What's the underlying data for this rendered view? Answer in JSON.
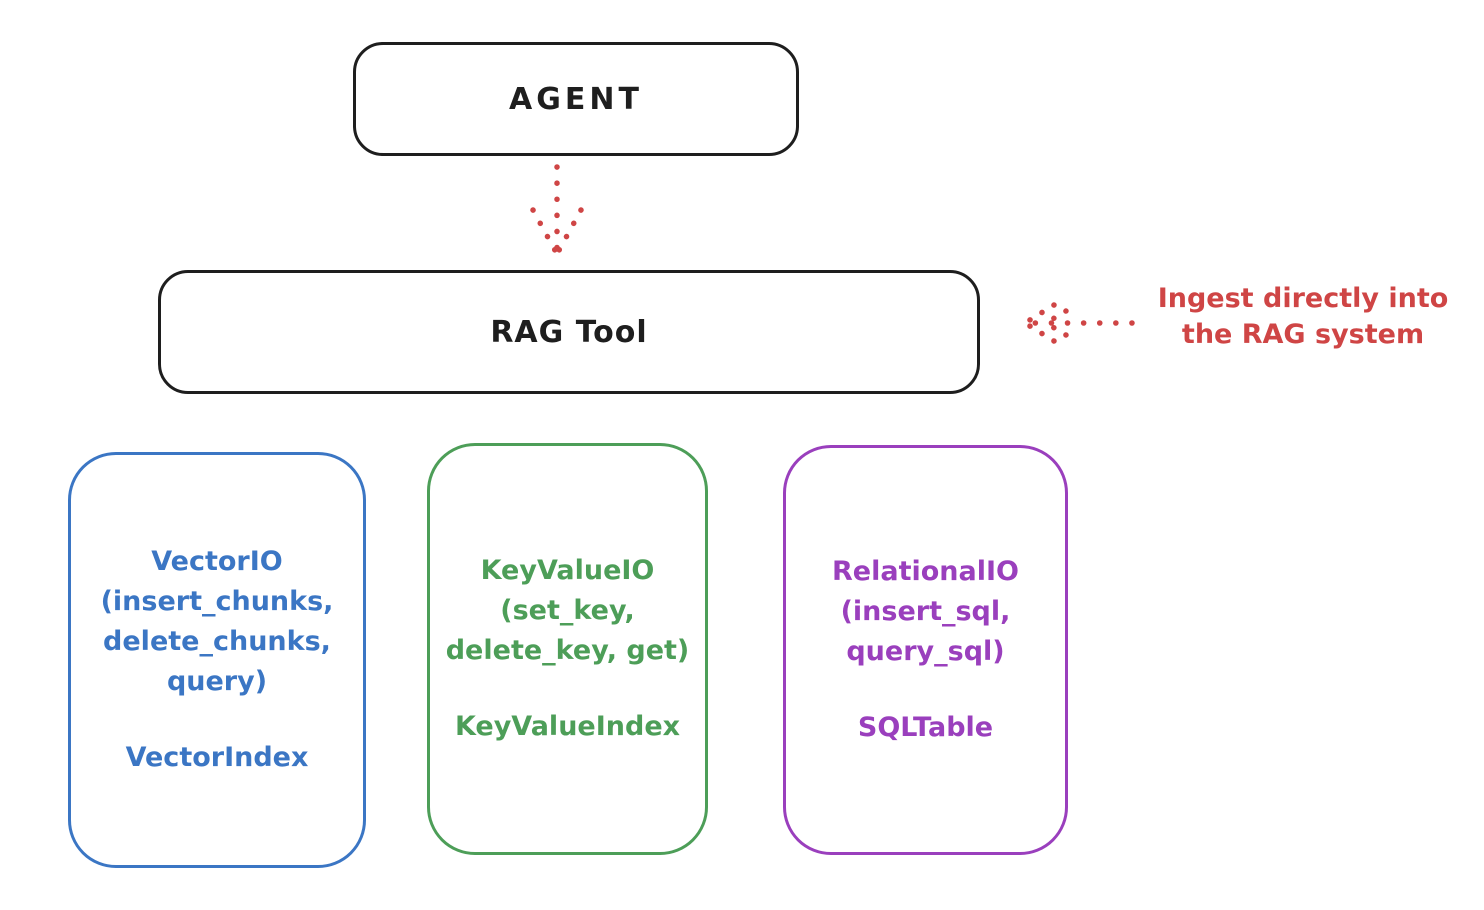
{
  "diagram": {
    "style": "hand-drawn-whiteboard",
    "background": "#ffffff"
  },
  "colors": {
    "black": "#1e1e1e",
    "red": "#cf4545",
    "blue": "#3b76c4",
    "green": "#4d9e58",
    "purple": "#9a3fbd"
  },
  "nodes": {
    "agent": {
      "label": "AGENT",
      "stroke_color": "#1e1e1e"
    },
    "rag_tool": {
      "label": "RAG Tool",
      "stroke_color": "#1e1e1e"
    },
    "vector_io": {
      "stroke_color": "#3b76c4",
      "io_lines": [
        "VectorIO",
        "(insert_chunks,",
        "delete_chunks,",
        "query)"
      ],
      "index_label": "VectorIndex"
    },
    "key_value_io": {
      "stroke_color": "#4d9e58",
      "io_lines": [
        "KeyValueIO",
        "(set_key,",
        "delete_key, get)"
      ],
      "index_label": "KeyValueIndex"
    },
    "relational_io": {
      "stroke_color": "#9a3fbd",
      "io_lines": [
        "RelationalIO",
        "(insert_sql,",
        "query_sql)"
      ],
      "index_label": "SQLTable"
    }
  },
  "arrows": {
    "agent_to_rag_tool": {
      "from": "agent",
      "to": "rag_tool",
      "style": "dotted",
      "direction": "down",
      "color": "#cf4545"
    },
    "ingest_to_rag_tool": {
      "to": "rag_tool",
      "style": "dotted",
      "direction": "left",
      "color": "#cf4545"
    }
  },
  "annotation": {
    "line1": "Ingest directly into",
    "line2": "the RAG system",
    "color": "#cf4545"
  }
}
